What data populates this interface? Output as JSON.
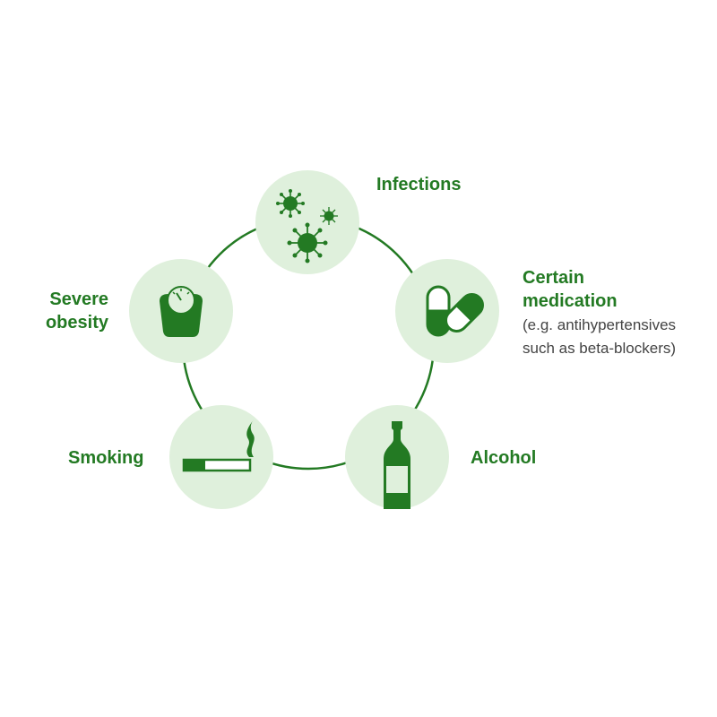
{
  "colors": {
    "ring": "#237a23",
    "circle_fill": "#dff0dc",
    "icon": "#237a23",
    "label": "#237a23",
    "note": "#444444"
  },
  "factors": {
    "infections": {
      "label": "Infections",
      "icon": "virus-icon"
    },
    "medication": {
      "label_line1": "Certain",
      "label_line2": "medication",
      "note_line1": "(e.g. antihypertensives",
      "note_line2": "such as beta-blockers)",
      "icon": "capsule-pill-icon"
    },
    "alcohol": {
      "label": "Alcohol",
      "icon": "bottle-icon"
    },
    "smoking": {
      "label": "Smoking",
      "icon": "cigarette-icon"
    },
    "obesity": {
      "label_line1": "Severe",
      "label_line2": "obesity",
      "icon": "weighing-scale-icon"
    }
  }
}
